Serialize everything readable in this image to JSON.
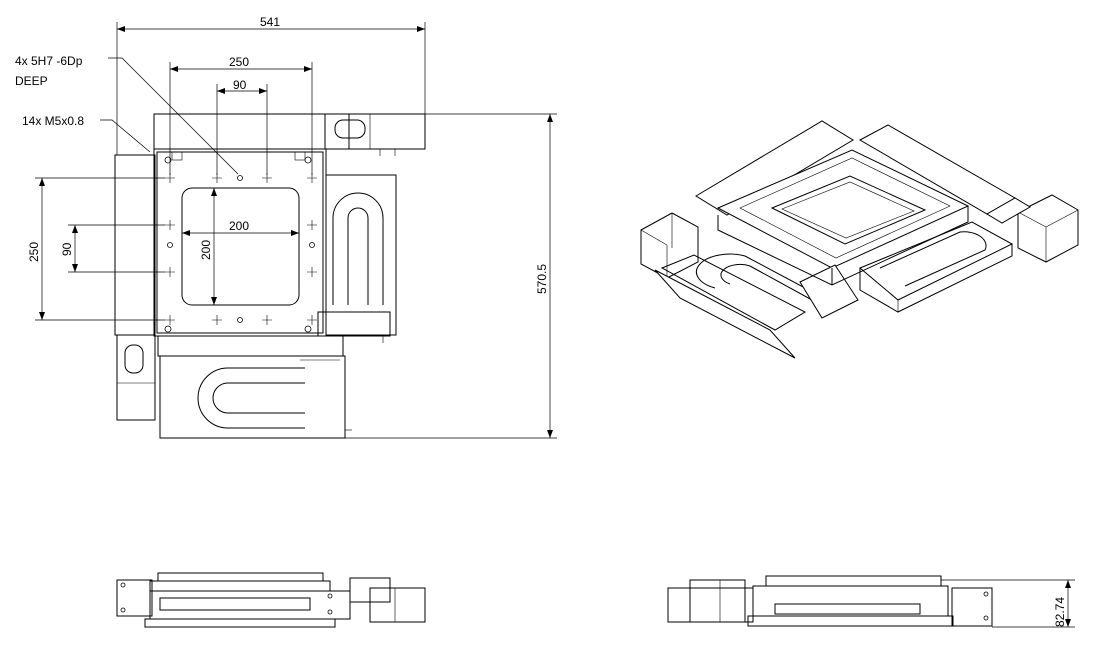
{
  "dimensions": {
    "overall_width": "541",
    "hole_spacing_x": "250",
    "inner_spacing_x": "90",
    "aperture_width": "200",
    "aperture_height": "200",
    "hole_spacing_y": "250",
    "inner_spacing_y": "90",
    "overall_height": "570.5",
    "side_height": "82.74"
  },
  "notes": {
    "pin_holes_line1": "4x  5H7 -6Dp",
    "pin_holes_line2": "DEEP",
    "tapped_holes": "14x M5x0.8"
  }
}
